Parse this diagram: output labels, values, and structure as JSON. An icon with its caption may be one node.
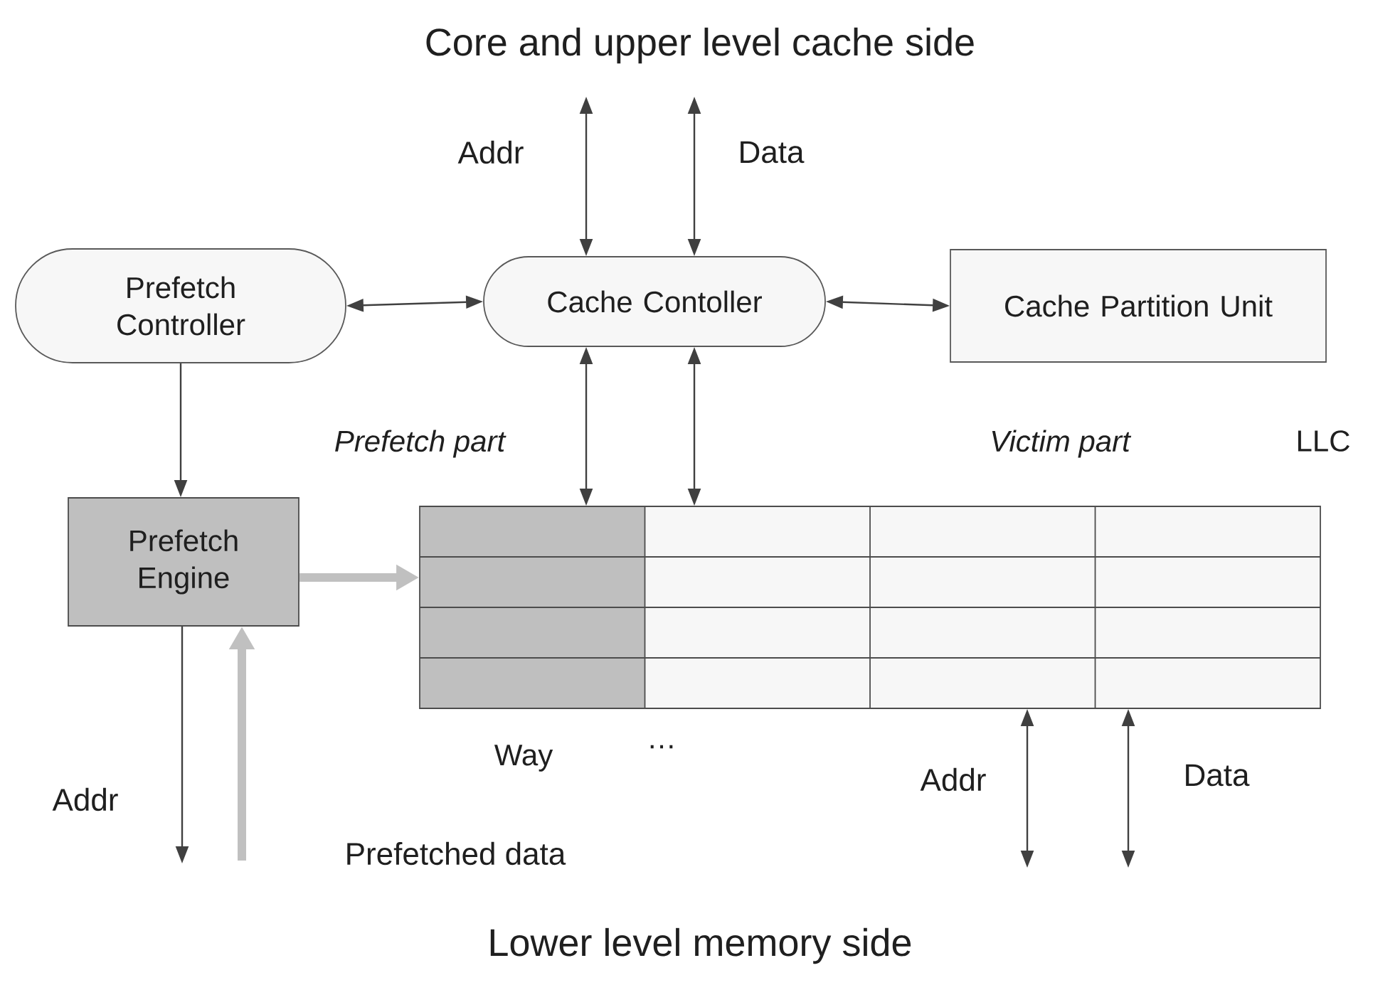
{
  "diagram": {
    "title": "Core and upper level cache side",
    "nodes": [
      {
        "text": [
          "Prefetch Controller"
        ]
      },
      {
        "text": [
          "Cache Contoller"
        ]
      },
      {
        "text": [
          "Cache Partition Unit"
        ]
      },
      {
        "text": [
          "Prefetch Engine"
        ]
      },
      {
        "text": [],
        "shape": "box"
      }
    ],
    "edges": [
      {
        "from": 0,
        "to": 1,
        "arrow": "both"
      },
      {
        "from": 1,
        "to": 2,
        "arrow": "both"
      },
      {
        "from": 0,
        "to": 3,
        "arrow": "to"
      },
      {
        "from": 3,
        "to": 4,
        "arrow": "to",
        "style": "thick",
        "color": "#c0c0c0"
      },
      {
        "from": null,
        "to": 1,
        "arrow": "both",
        "label": "Addr"
      },
      {
        "from": null,
        "to": 1,
        "arrow": "both",
        "label": "Data"
      },
      {
        "from": 1,
        "to": 4,
        "arrow": "both"
      },
      {
        "from": 1,
        "to": 4,
        "arrow": "both"
      },
      {
        "from": 3,
        "to": null,
        "arrow": "to",
        "label": "Addr"
      },
      {
        "from": null,
        "to": 3,
        "arrow": "to",
        "style": "thick",
        "color": "#c0c0c0",
        "label": "Prefetched data"
      },
      {
        "from": 4,
        "to": null,
        "arrow": "both",
        "label": "Addr"
      },
      {
        "from": 4,
        "to": null,
        "arrow": "both",
        "label": "Data"
      }
    ],
    "labels": [
      "Prefetch part",
      "Victim part",
      "LLC",
      "Way",
      "…",
      "Lower level memory side"
    ]
  }
}
